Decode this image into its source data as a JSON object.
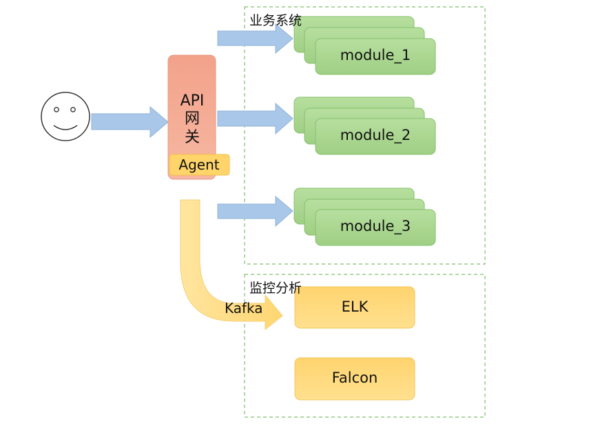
{
  "groups": {
    "business": {
      "title": "业务系统"
    },
    "monitoring": {
      "title": "监控分析"
    }
  },
  "gateway": {
    "lines": [
      "API",
      "网",
      "关"
    ],
    "agent": "Agent"
  },
  "modules": [
    "module_1",
    "module_2",
    "module_3"
  ],
  "analysis": [
    "ELK",
    "Falcon"
  ],
  "pipe": {
    "label": "Kafka"
  },
  "colors": {
    "arrow_blue": "#a9c7e8",
    "module_green": "#a8d68f",
    "module_stroke": "#7cb966",
    "gateway_red": "#f4a98e",
    "agent_yellow": "#ffd66e",
    "analysis_yellow": "#ffd57a",
    "dashed_border": "#7fbf6a"
  },
  "icons": {
    "user": "smiley-face-icon"
  }
}
